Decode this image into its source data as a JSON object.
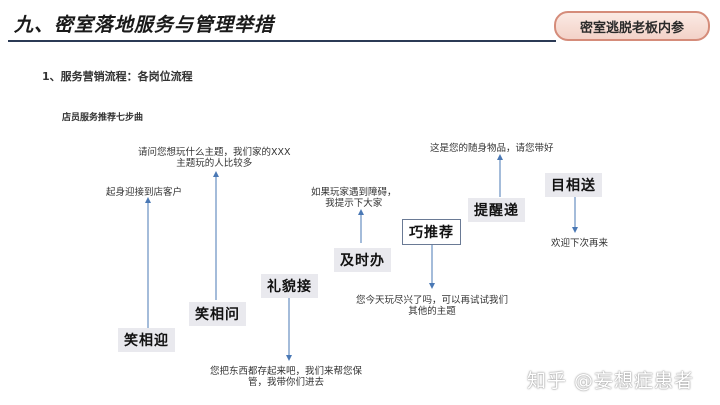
{
  "header": {
    "title": "九、密室落地服务与管理举措",
    "badge": "密室逃脱老板内参"
  },
  "subtitle": "1、服务营销流程：各岗位流程",
  "section_title": "店员服务推荐七步曲",
  "steps": [
    {
      "label": "笑相迎",
      "note": "起身迎接到店客户"
    },
    {
      "label": "笑相问",
      "note_line1": "请问您想玩什么主题，我们家的XXX",
      "note_line2": "主题玩的人比较多"
    },
    {
      "label": "礼貌接",
      "note_line1": "您把东西都存起来吧，我们来帮您保",
      "note_line2": "管，我带你们进去"
    },
    {
      "label": "及时办",
      "note_line1": "如果玩家遇到障碍，",
      "note_line2": "我提示下大家"
    },
    {
      "label": "巧推荐",
      "note_line1": "您今天玩尽兴了吗，可以再试试我们",
      "note_line2": "其他的主题"
    },
    {
      "label": "提醒递",
      "note": "这是您的随身物品，请您带好"
    },
    {
      "label": "目相送",
      "note": "欢迎下次再来"
    }
  ],
  "watermark": "知乎 @妄想症患者",
  "colors": {
    "arrow": "#4a78b5",
    "rule": "#2b3a55",
    "badge_border": "#d58c7a"
  }
}
